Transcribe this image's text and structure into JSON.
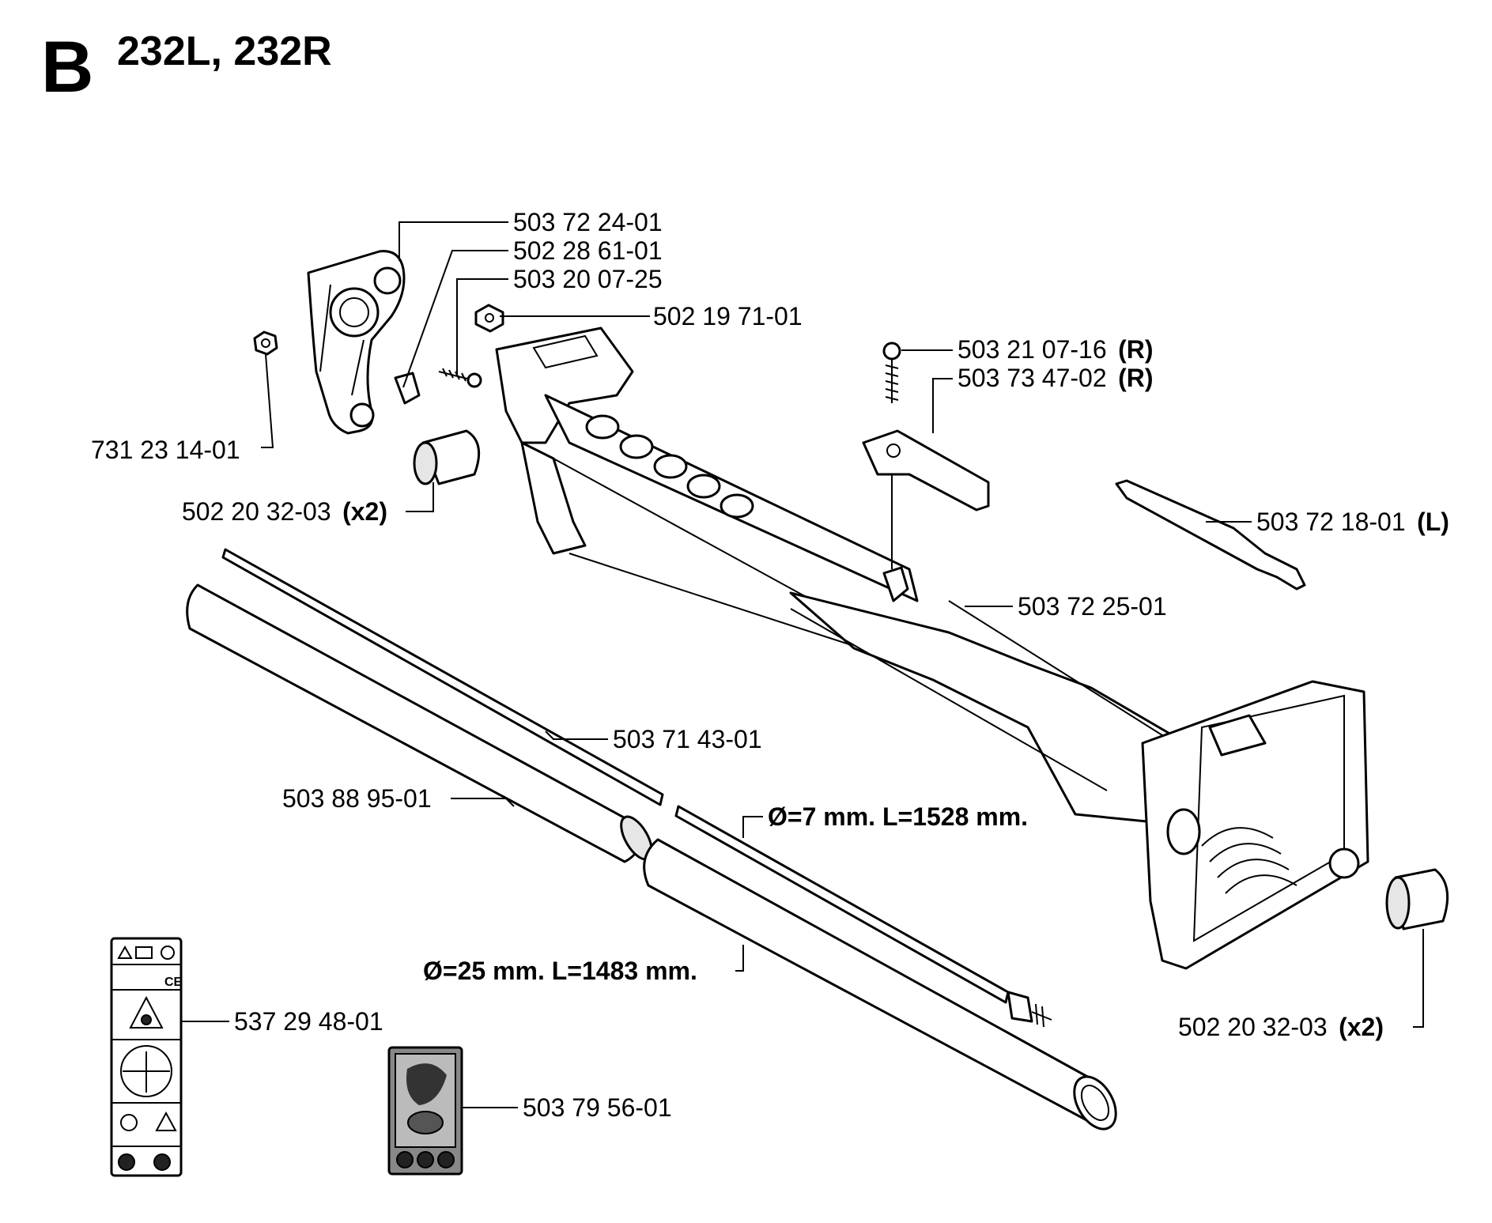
{
  "header": {
    "section_letter": "B",
    "model_title": "232L, 232R"
  },
  "parts": [
    {
      "id": "p1",
      "number": "503 72 24-01",
      "qualifier": ""
    },
    {
      "id": "p2",
      "number": "502 28 61-01",
      "qualifier": ""
    },
    {
      "id": "p3",
      "number": "503 20 07-25",
      "qualifier": ""
    },
    {
      "id": "p4",
      "number": "502 19 71-01",
      "qualifier": ""
    },
    {
      "id": "p5",
      "number": "503 21 07-16",
      "qualifier": "(R)"
    },
    {
      "id": "p6",
      "number": "503 73 47-02",
      "qualifier": "(R)"
    },
    {
      "id": "p7",
      "number": "731 23 14-01",
      "qualifier": ""
    },
    {
      "id": "p8",
      "number": "502 20 32-03",
      "qualifier": "(x2)"
    },
    {
      "id": "p9",
      "number": "503 72 18-01",
      "qualifier": "(L)"
    },
    {
      "id": "p10",
      "number": "503 72 25-01",
      "qualifier": ""
    },
    {
      "id": "p11",
      "number": "503 71 43-01",
      "qualifier": ""
    },
    {
      "id": "p12",
      "number": "503 88 95-01",
      "qualifier": ""
    },
    {
      "id": "p13",
      "number": "502 20 32-03",
      "qualifier": "(x2)"
    },
    {
      "id": "p14",
      "number": "537 29 48-01",
      "qualifier": ""
    },
    {
      "id": "p15",
      "number": "503 79 56-01",
      "qualifier": ""
    }
  ],
  "dimensions": {
    "drive_shaft": "Ø=7 mm. L=1528 mm.",
    "tube": "Ø=25 mm. L=1483 mm."
  },
  "decal_marks": {
    "ce_mark": "CE"
  }
}
